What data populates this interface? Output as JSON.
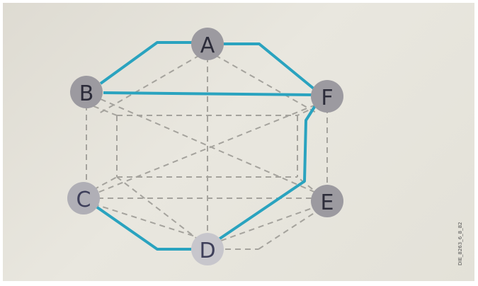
{
  "nodes": {
    "a": "A",
    "b": "B",
    "c": "C",
    "d": "D",
    "e": "E",
    "f": "F"
  },
  "side_code": "DIE_8263_6_8_82",
  "colors": {
    "path": "#2aa3bf",
    "dashed": "#a5a39d",
    "node_fill": "#9c9aa0",
    "node_fill_light": "#c7c6cc",
    "label_dark": "#2c2c3a",
    "label_light": "#3e3f5a"
  }
}
